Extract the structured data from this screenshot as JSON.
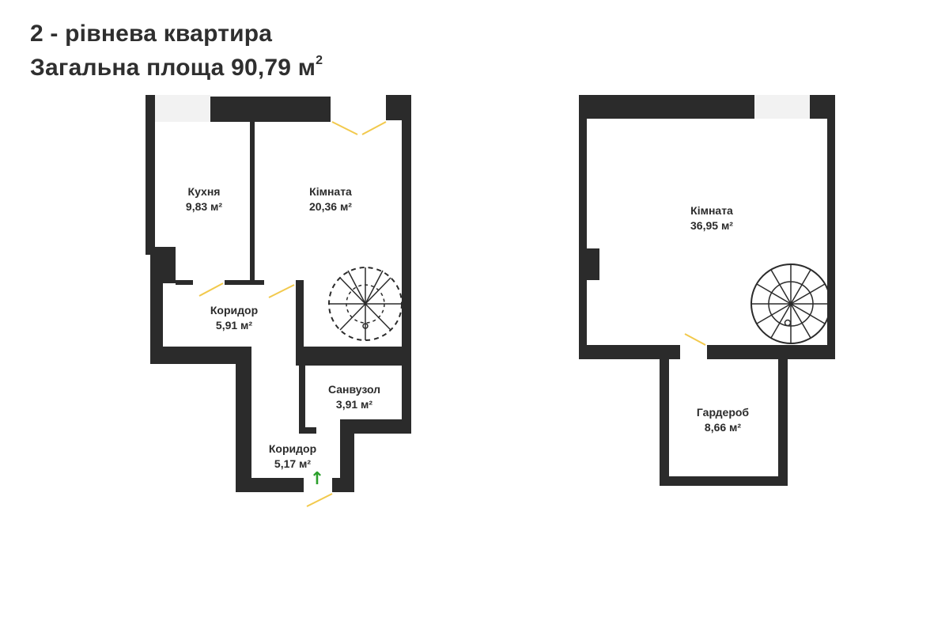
{
  "header": {
    "title": "2 - рівнева квартира",
    "area_label": "Загальна площа 90,79 м",
    "area_sup": "2"
  },
  "level1": {
    "rooms": [
      {
        "name": "Кухня",
        "area": "9,83 м²"
      },
      {
        "name": "Кімната",
        "area": "20,36 м²"
      },
      {
        "name": "Коридор",
        "area": "5,91 м²"
      },
      {
        "name": "Санвузол",
        "area": "3,91 м²"
      },
      {
        "name": "Коридор",
        "area": "5,17 м²"
      }
    ],
    "entrance_arrow": "↑"
  },
  "level2": {
    "rooms": [
      {
        "name": "Кімната",
        "area": "36,95 м²"
      },
      {
        "name": "Гардероб",
        "area": "8,66 м²"
      }
    ]
  },
  "colors": {
    "wall": "#2b2b2b",
    "door": "#f2c94c",
    "window": "#f2f2f2",
    "arrow": "#2ca02c"
  }
}
